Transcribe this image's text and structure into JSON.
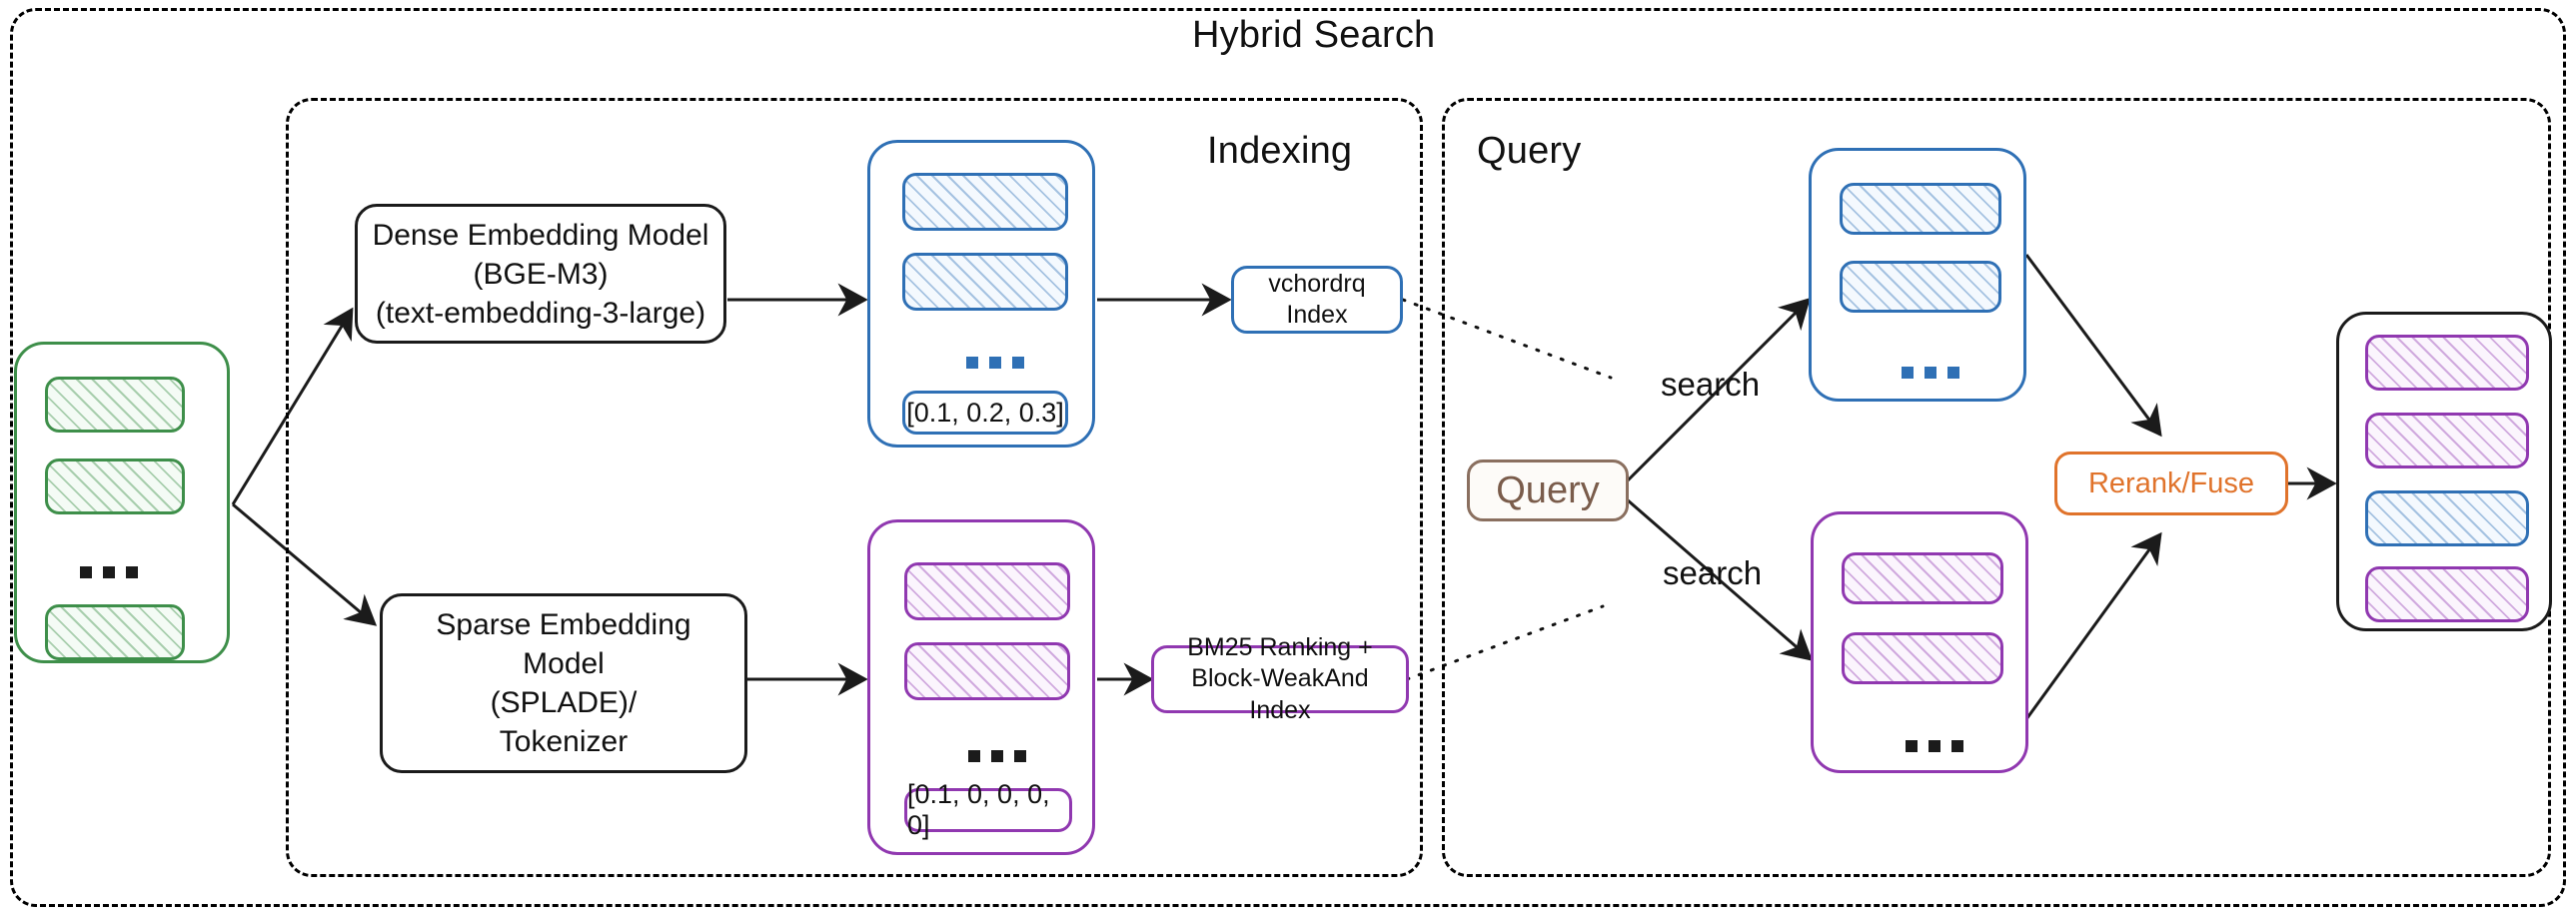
{
  "diagram": {
    "title": "Hybrid Search",
    "sections": [
      {
        "id": "indexing",
        "label": "Indexing"
      },
      {
        "id": "query",
        "label": "Query"
      }
    ],
    "colors": {
      "green": "#3e8f4a",
      "blue": "#2f70b5",
      "purple": "#9038b0",
      "orange": "#e0732b",
      "brown": "#7a5c4b",
      "black": "#1b1b1b"
    }
  },
  "nodes": {
    "documents_collection": {
      "color": "green",
      "items": [
        "",
        "",
        ""
      ],
      "ellipsis": "..."
    },
    "dense_model": {
      "label_line1": "Dense Embedding Model",
      "label_line2": "(BGE-M3)",
      "label_line3": "(text-embedding-3-large)"
    },
    "sparse_model": {
      "label_line1": "Sparse Embedding Model",
      "label_line2": "(SPLADE)/",
      "label_line3": "Tokenizer"
    },
    "dense_vectors": {
      "color": "blue",
      "ellipsis": "...",
      "value": "[0.1, 0.2, 0.3]"
    },
    "sparse_vectors": {
      "color": "purple",
      "ellipsis": "...",
      "value": "[0.1, 0, 0, 0, 0]"
    },
    "dense_index": {
      "color": "blue",
      "label_line1": "vchordrq",
      "label_line2": "Index"
    },
    "sparse_index": {
      "color": "purple",
      "label_line1": "BM25 Ranking +",
      "label_line2": "Block-WeakAnd Index"
    },
    "query_input": {
      "label": "Query",
      "color": "brown"
    },
    "dense_results": {
      "color": "blue",
      "ellipsis": "..."
    },
    "sparse_results": {
      "color": "purple",
      "ellipsis": "..."
    },
    "rerank_fuse": {
      "label": "Rerank/Fuse",
      "color": "orange"
    },
    "final_results": {
      "color": "black",
      "items": [
        "purple",
        "purple",
        "blue",
        "purple"
      ]
    }
  },
  "edges": {
    "search_dense_label": "search",
    "search_sparse_label": "search"
  }
}
